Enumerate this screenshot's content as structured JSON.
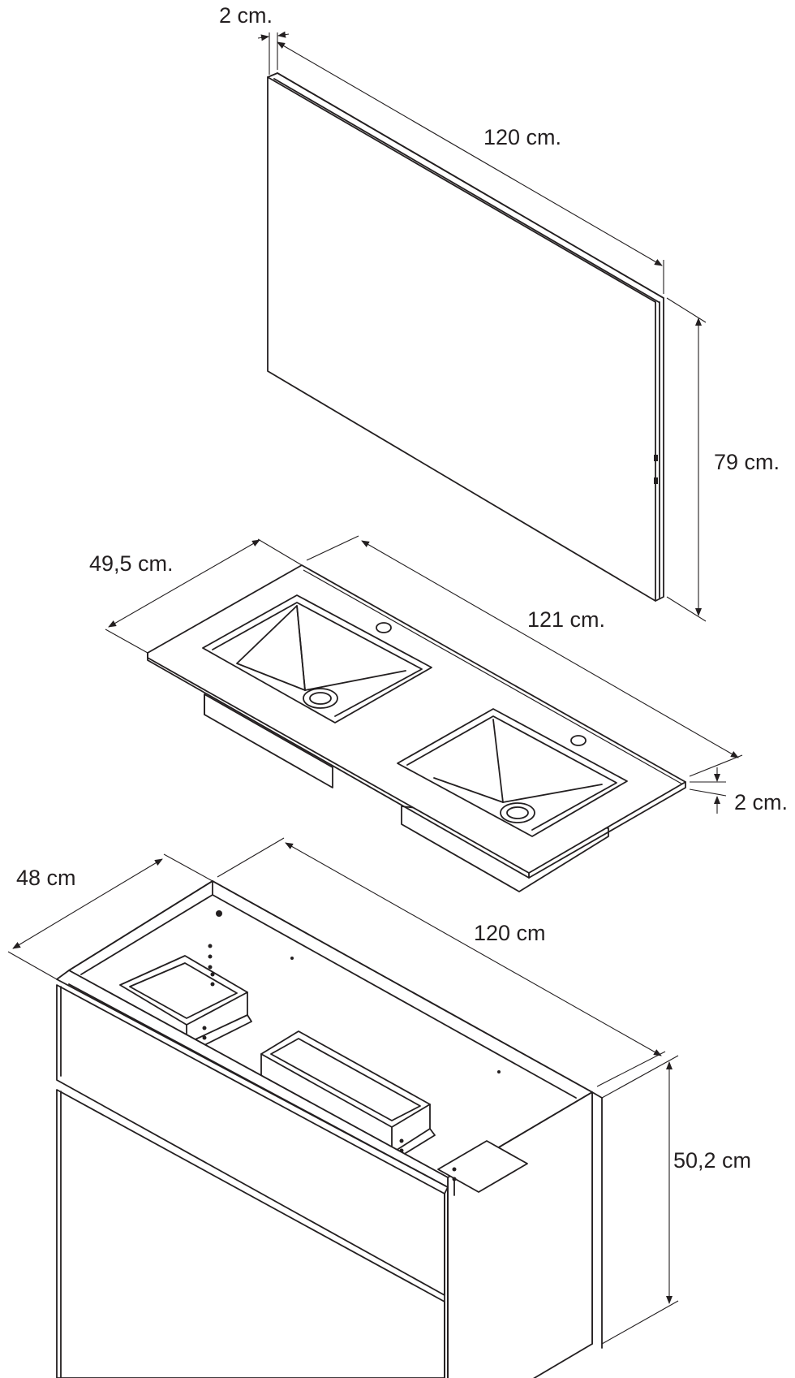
{
  "mirror": {
    "depth_label": "2 cm.",
    "width_label": "120 cm.",
    "height_label": "79 cm."
  },
  "washbasin": {
    "depth_label": "49,5 cm.",
    "width_label": "121 cm.",
    "thickness_label": "2 cm."
  },
  "cabinet": {
    "depth_label": "48 cm",
    "width_label": "120 cm",
    "height_label": "50,2 cm"
  }
}
